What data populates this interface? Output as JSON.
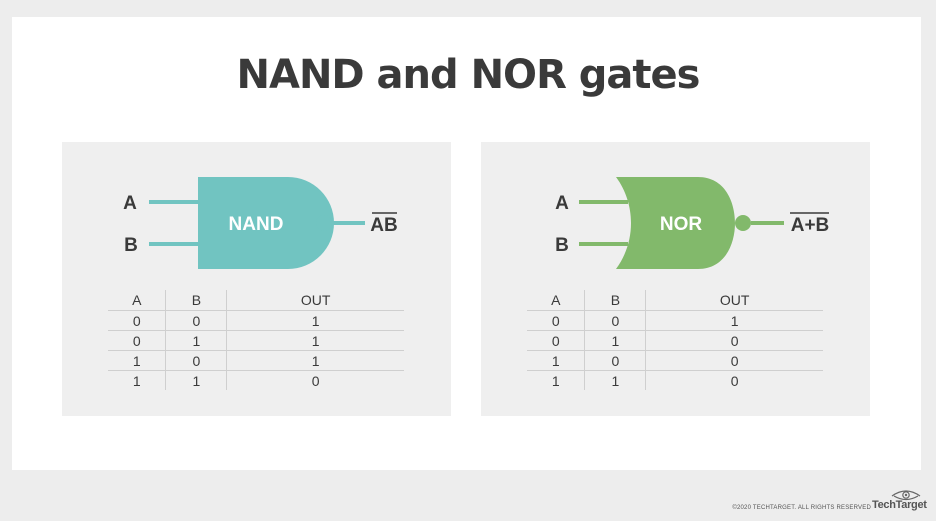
{
  "title": "NAND and NOR gates",
  "colors": {
    "nand": "#71c4c1",
    "nor": "#82b96b",
    "text": "#3a3a3a"
  },
  "nand": {
    "gate_label": "NAND",
    "input_a": "A",
    "input_b": "B",
    "output_label": "AB",
    "table": {
      "headers": [
        "A",
        "B",
        "OUT"
      ],
      "rows": [
        [
          "0",
          "0",
          "1"
        ],
        [
          "0",
          "1",
          "1"
        ],
        [
          "1",
          "0",
          "1"
        ],
        [
          "1",
          "1",
          "0"
        ]
      ]
    }
  },
  "nor": {
    "gate_label": "NOR",
    "input_a": "A",
    "input_b": "B",
    "output_label": "A+B",
    "table": {
      "headers": [
        "A",
        "B",
        "OUT"
      ],
      "rows": [
        [
          "0",
          "0",
          "1"
        ],
        [
          "0",
          "1",
          "0"
        ],
        [
          "1",
          "0",
          "0"
        ],
        [
          "1",
          "1",
          "0"
        ]
      ]
    }
  },
  "footer": {
    "copyright": "©2020 TECHTARGET. ALL RIGHTS RESERVED",
    "logo_text": "TechTarget"
  }
}
